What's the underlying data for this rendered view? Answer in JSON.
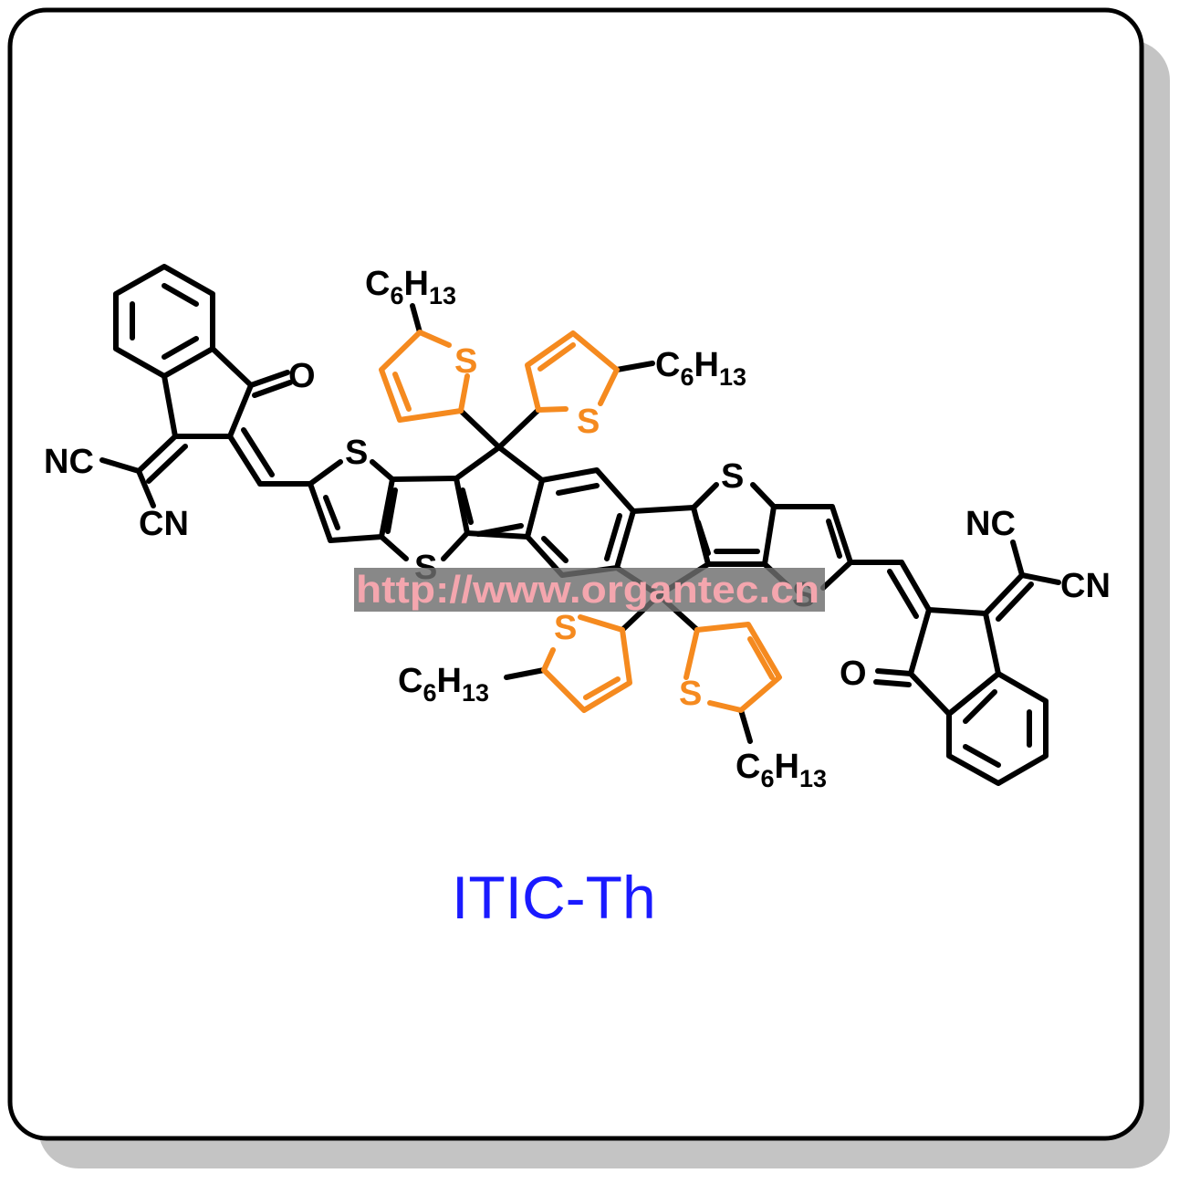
{
  "compound": {
    "name": "ITIC-Th",
    "name_color": "#1a1aff"
  },
  "atoms": {
    "sulfur": "S",
    "oxygen": "O",
    "nitrile_left": "NC",
    "nitrile_right": "CN",
    "hexyl_c": "C",
    "hexyl_c_sub": "6",
    "hexyl_h": "H",
    "hexyl_h_sub": "13"
  },
  "watermark": {
    "text": "http://www.organtec.cn",
    "text_color": "#f4a6ae",
    "band_color": "#6e6e6e"
  },
  "colors": {
    "bond": "#000000",
    "thienyl": "#f58a1f",
    "frame_border": "#000000",
    "frame_shadow": "#c4c4c4"
  }
}
